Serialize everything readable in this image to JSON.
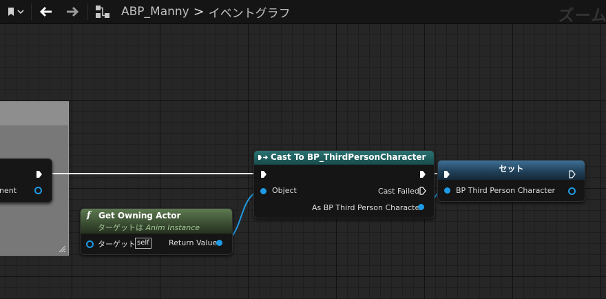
{
  "toolbar": {
    "bookmark_icon": "bookmark-icon",
    "back_icon": "back-arrow-icon",
    "forward_icon": "forward-arrow-icon",
    "graph_icon": "blueprint-graph-icon",
    "breadcrumb_asset": "ABP_Manny",
    "breadcrumb_separator": ">",
    "breadcrumb_graph": "イベントグラフ",
    "zoom_label": "ズーム"
  },
  "nodes": {
    "left_node": {
      "pin_label": "nent"
    },
    "get_owning_actor": {
      "title": "Get Owning Actor",
      "function_glyph": "f",
      "subtitle_prefix": "ターゲットは ",
      "subtitle_class": "Anim Instance",
      "target_label": "ターゲット",
      "self_value": "self",
      "return_label": "Return Value"
    },
    "cast": {
      "title": "Cast To BP_ThirdPersonCharacter",
      "object_label": "Object",
      "cast_failed_label": "Cast Failed",
      "as_label": "As BP Third Person Character"
    },
    "set": {
      "title": "セット",
      "var_label": "BP Third Person Character"
    }
  },
  "colors": {
    "graph_background": "#262626",
    "exec_wire": "#ffffff",
    "object_pin": "#1e9be6",
    "pure_function_header": "#5d7a50",
    "cast_header": "#2a7272",
    "set_header": "#3d6f96",
    "comment": "#787878"
  }
}
